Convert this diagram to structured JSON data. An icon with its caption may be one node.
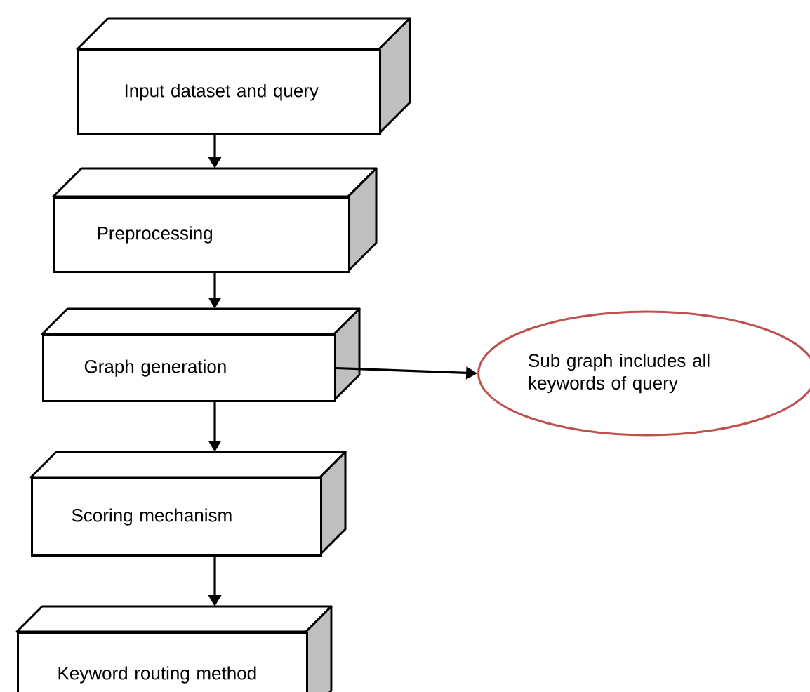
{
  "diagram": {
    "nodes": [
      {
        "text": [
          "Input dataset and query"
        ]
      },
      {
        "text": [
          "Preprocessing"
        ]
      },
      {
        "text": [
          "Graph generation"
        ]
      },
      {
        "text": [
          "Scoring mechanism"
        ]
      },
      {
        "text": [
          "Keyword routing method"
        ]
      },
      {
        "text": [
          "Sub graph includes all keywords of query"
        ]
      }
    ],
    "edges": [
      {
        "from": 0,
        "to": 1,
        "arrow": "to"
      },
      {
        "from": 1,
        "to": 2,
        "arrow": "to"
      },
      {
        "from": 2,
        "to": 3,
        "arrow": "to"
      },
      {
        "from": 3,
        "to": 4,
        "arrow": "to"
      },
      {
        "from": 2,
        "to": 5,
        "arrow": "to"
      }
    ]
  }
}
